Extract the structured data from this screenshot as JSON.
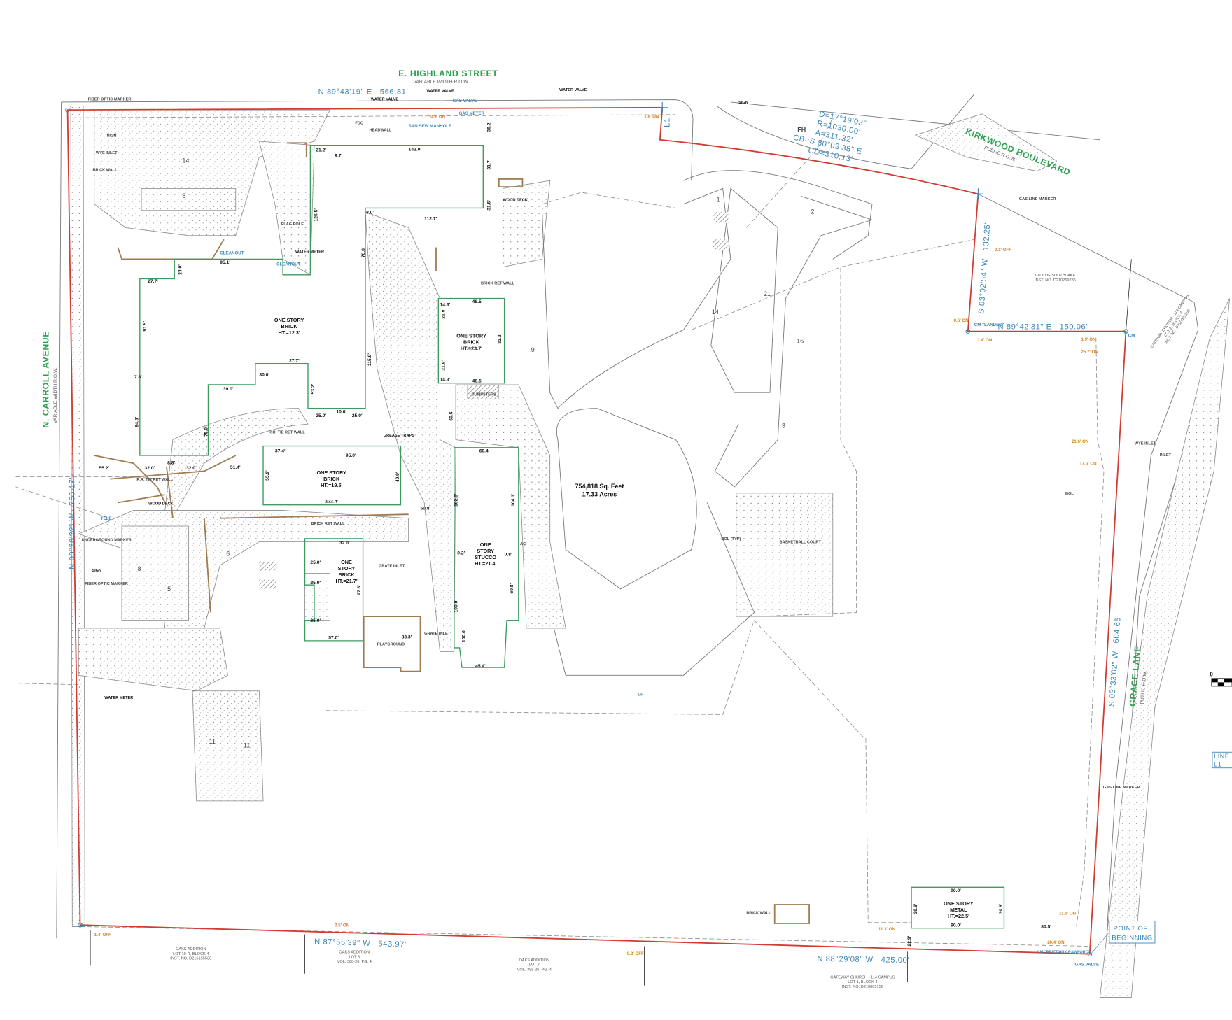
{
  "streets": [
    {
      "name": "E. HIGHLAND STREET",
      "row": "VARIABLE WIDTH R.O.W."
    },
    {
      "name": "KIRKWOOD BOULEVARD",
      "row": "PUBLIC R.O.W."
    },
    {
      "name": "N. CARROLL AVENUE",
      "row": "VARIABLE WIDTH R.O.W."
    },
    {
      "name": "GRACE LANE",
      "row": "PUBLIC R.O.W."
    }
  ],
  "boundary_calls": {
    "north": "N 89°43'19\" E   566.81'",
    "l1": "L1",
    "curve": [
      "D=17°19'03\"",
      "R=1030.00'",
      "A=311.32'",
      "CB=S 80°03'38\" E",
      "CD=310.13'"
    ],
    "east_short": "S 03°02'54\" W   132.25'",
    "east_jog": "N 89°42'31\" E   150.06'",
    "east": "S 03°33'02\" W   604.65'",
    "south_east": "N 88°29'08\" W   425.00'",
    "south_west": "N 87°55'39\" W   543.97'",
    "west": "N 00°38'22\" W   785.17'",
    "point_of_beginning": [
      "POINT OF",
      "BEGINNING"
    ]
  },
  "area": {
    "sq_feet": "754,818 Sq. Feet",
    "acres": "17.33 Acres"
  },
  "buildings": [
    {
      "lines": [
        "ONE STORY",
        "BRICK",
        "HT.=12.3'"
      ]
    },
    {
      "lines": [
        "ONE STORY",
        "BRICK",
        "HT.=19.5'"
      ]
    },
    {
      "lines": [
        "ONE STORY",
        "BRICK",
        "HT.=23.7'"
      ]
    },
    {
      "lines": [
        "ONE",
        "STORY",
        "STUCCO",
        "HT.=21.4'"
      ]
    },
    {
      "lines": [
        "ONE",
        "STORY",
        "BRICK",
        "HT.=21.7'"
      ]
    },
    {
      "lines": [
        "ONE STORY",
        "METAL",
        "HT.=22.5'"
      ]
    }
  ],
  "adjoiners": [
    {
      "lines": [
        "CITY OF SOUTHLAKE",
        "INST. NO. D210269785"
      ]
    },
    {
      "lines": [
        "GATEWAY CHURCH - 114 CAMPUS",
        "LOT 2, BLOCK 4",
        "INST. NO. D210005156"
      ]
    },
    {
      "lines": [
        "OAKS ADDITION",
        "LOT 10-R, BLOCK 4",
        "INST. NO. D216155530"
      ]
    },
    {
      "lines": [
        "OAKS ADDITION",
        "LOT 8",
        "VOL. 388-26, PG. 4"
      ]
    },
    {
      "lines": [
        "OAKS ADDITION",
        "LOT 7",
        "VOL. 388-26, PG. 4"
      ]
    },
    {
      "lines": [
        "GATEWAY CHURCH - 114 CAMPUS",
        "LOT 1, BLOCK 4",
        "INST. NO. D210005156"
      ]
    }
  ],
  "monuments": [
    "CM \"LANDES\"",
    "CM \"BRITTAIN CRAWFORD\"",
    "CM"
  ],
  "offsets": [
    "1.8' ON",
    "0.9' ON",
    "0.1' OFF",
    "0.6' ON",
    "1.4' ON",
    "1.9' ON",
    "25.7' ON",
    "21.6' ON",
    "17.5' ON",
    "11.6' ON",
    "20.4' ON",
    "11.3' ON",
    "0.2' OFF",
    "0.5' ON",
    "1.4' OFF"
  ],
  "features": [
    "WATER VALVE",
    "WATER VALVE",
    "WATER VALVE",
    "GAS VALVE",
    "GAS METER",
    "SAN SEW MANHOLE",
    "HEADWALL",
    "FDC",
    "FIBER OPTIC MARKER",
    "WYE INLET",
    "SIGN",
    "BRICK WALL",
    "BRICK RET WALL",
    "R.R. TIE RET WALL",
    "WOOD DECK",
    "CLEANOUT",
    "WATER METER",
    "FLAG POLE",
    "GREASE TRAPS",
    "DUMPSTERS",
    "GRATE INLET",
    "PLAYGROUND",
    "BASKETBALL COURT",
    "BOL (TYP)",
    "UNDERGROUND MARKER",
    "TELE",
    "GAS LINE MARKER",
    "GAS VALVE",
    "FH",
    "WYE INLET",
    "INLET",
    "FIBER OPTIC MARKER",
    "WATER METER",
    "SIGN",
    "SIGN",
    "BRICK WALL",
    "BOL",
    "WOOD DECK",
    "GRATE INLET",
    "R.R. TIE RET WALL",
    "BRICK RET WALL",
    "GAS LINE MARKER",
    "CLEANOUT",
    "LP",
    "AC"
  ],
  "parking_numbers": [
    "14",
    "8",
    "1",
    "2",
    "21",
    "14",
    "16",
    "9",
    "3",
    "8",
    "5",
    "6",
    "11",
    "11"
  ],
  "dimensions": [
    "142.0'",
    "21.2'",
    "9.7'",
    "36.2'",
    "31.7'",
    "31.6'",
    "112.7'",
    "8.0'",
    "125.5'",
    "95.1'",
    "23.0'",
    "27.7'",
    "91.5'",
    "7.8'",
    "94.5'",
    "32.0'",
    "55.2'",
    "8.8'",
    "32.0'",
    "51.4'",
    "39.0'",
    "75.0'",
    "30.0'",
    "27.7'",
    "53.2'",
    "115.9'",
    "70.8'",
    "25.0'",
    "10.0'",
    "25.0'",
    "37.4'",
    "95.0'",
    "55.9'",
    "49.9'",
    "132.4'",
    "50.8'",
    "48.5'",
    "48.5'",
    "82.2'",
    "60.5'",
    "60.4'",
    "102.8'",
    "104.1'",
    "100.0'",
    "45.4'",
    "32.0'",
    "25.0'",
    "25.0'",
    "25.0'",
    "57.0'",
    "97.8'",
    "83.3'",
    "90.0'",
    "90.0'",
    "39.6'",
    "39.6'",
    "80.5'",
    "22.9'",
    "14.3'",
    "14.3'",
    "21.8'",
    "21.8'",
    "0.2'",
    "0.8'",
    "60.8'",
    "100.0'"
  ],
  "line_table": {
    "header": "LINE",
    "row": "L1"
  },
  "scale_bar": {
    "zero": "0"
  },
  "colors": {
    "boundary": "#d23b32",
    "calls": "#3a86b8",
    "streets": "#2e9e4f",
    "buildings": "#3c9a5f",
    "offsets": "#d9841f",
    "walls": "#a07a50"
  }
}
